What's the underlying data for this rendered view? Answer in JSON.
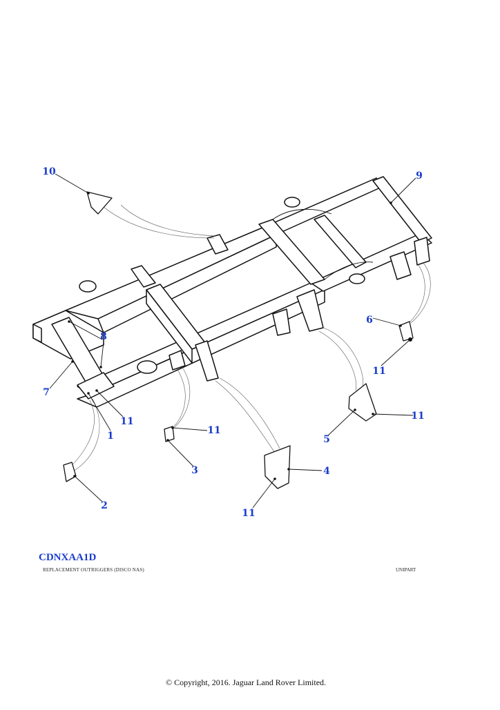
{
  "diagram": {
    "code": "CDNXAA1D",
    "description": "REPLACEMENT OUTRIGGERS  (DISCO  NAS)",
    "supplier": "UNIPART",
    "copyright": "© Copyright, 2016. Jaguar Land Rover Limited."
  },
  "callouts": {
    "c1": "1",
    "c2": "2",
    "c3": "3",
    "c4": "4",
    "c5": "5",
    "c6": "6",
    "c7": "7",
    "c8": "8",
    "c9": "9",
    "c10": "10",
    "c11a": "11",
    "c11b": "11",
    "c11c": "11",
    "c11d": "11",
    "c11e": "11"
  },
  "colors": {
    "callout": "#1a3ccc",
    "line": "#111111",
    "background": "#ffffff"
  }
}
